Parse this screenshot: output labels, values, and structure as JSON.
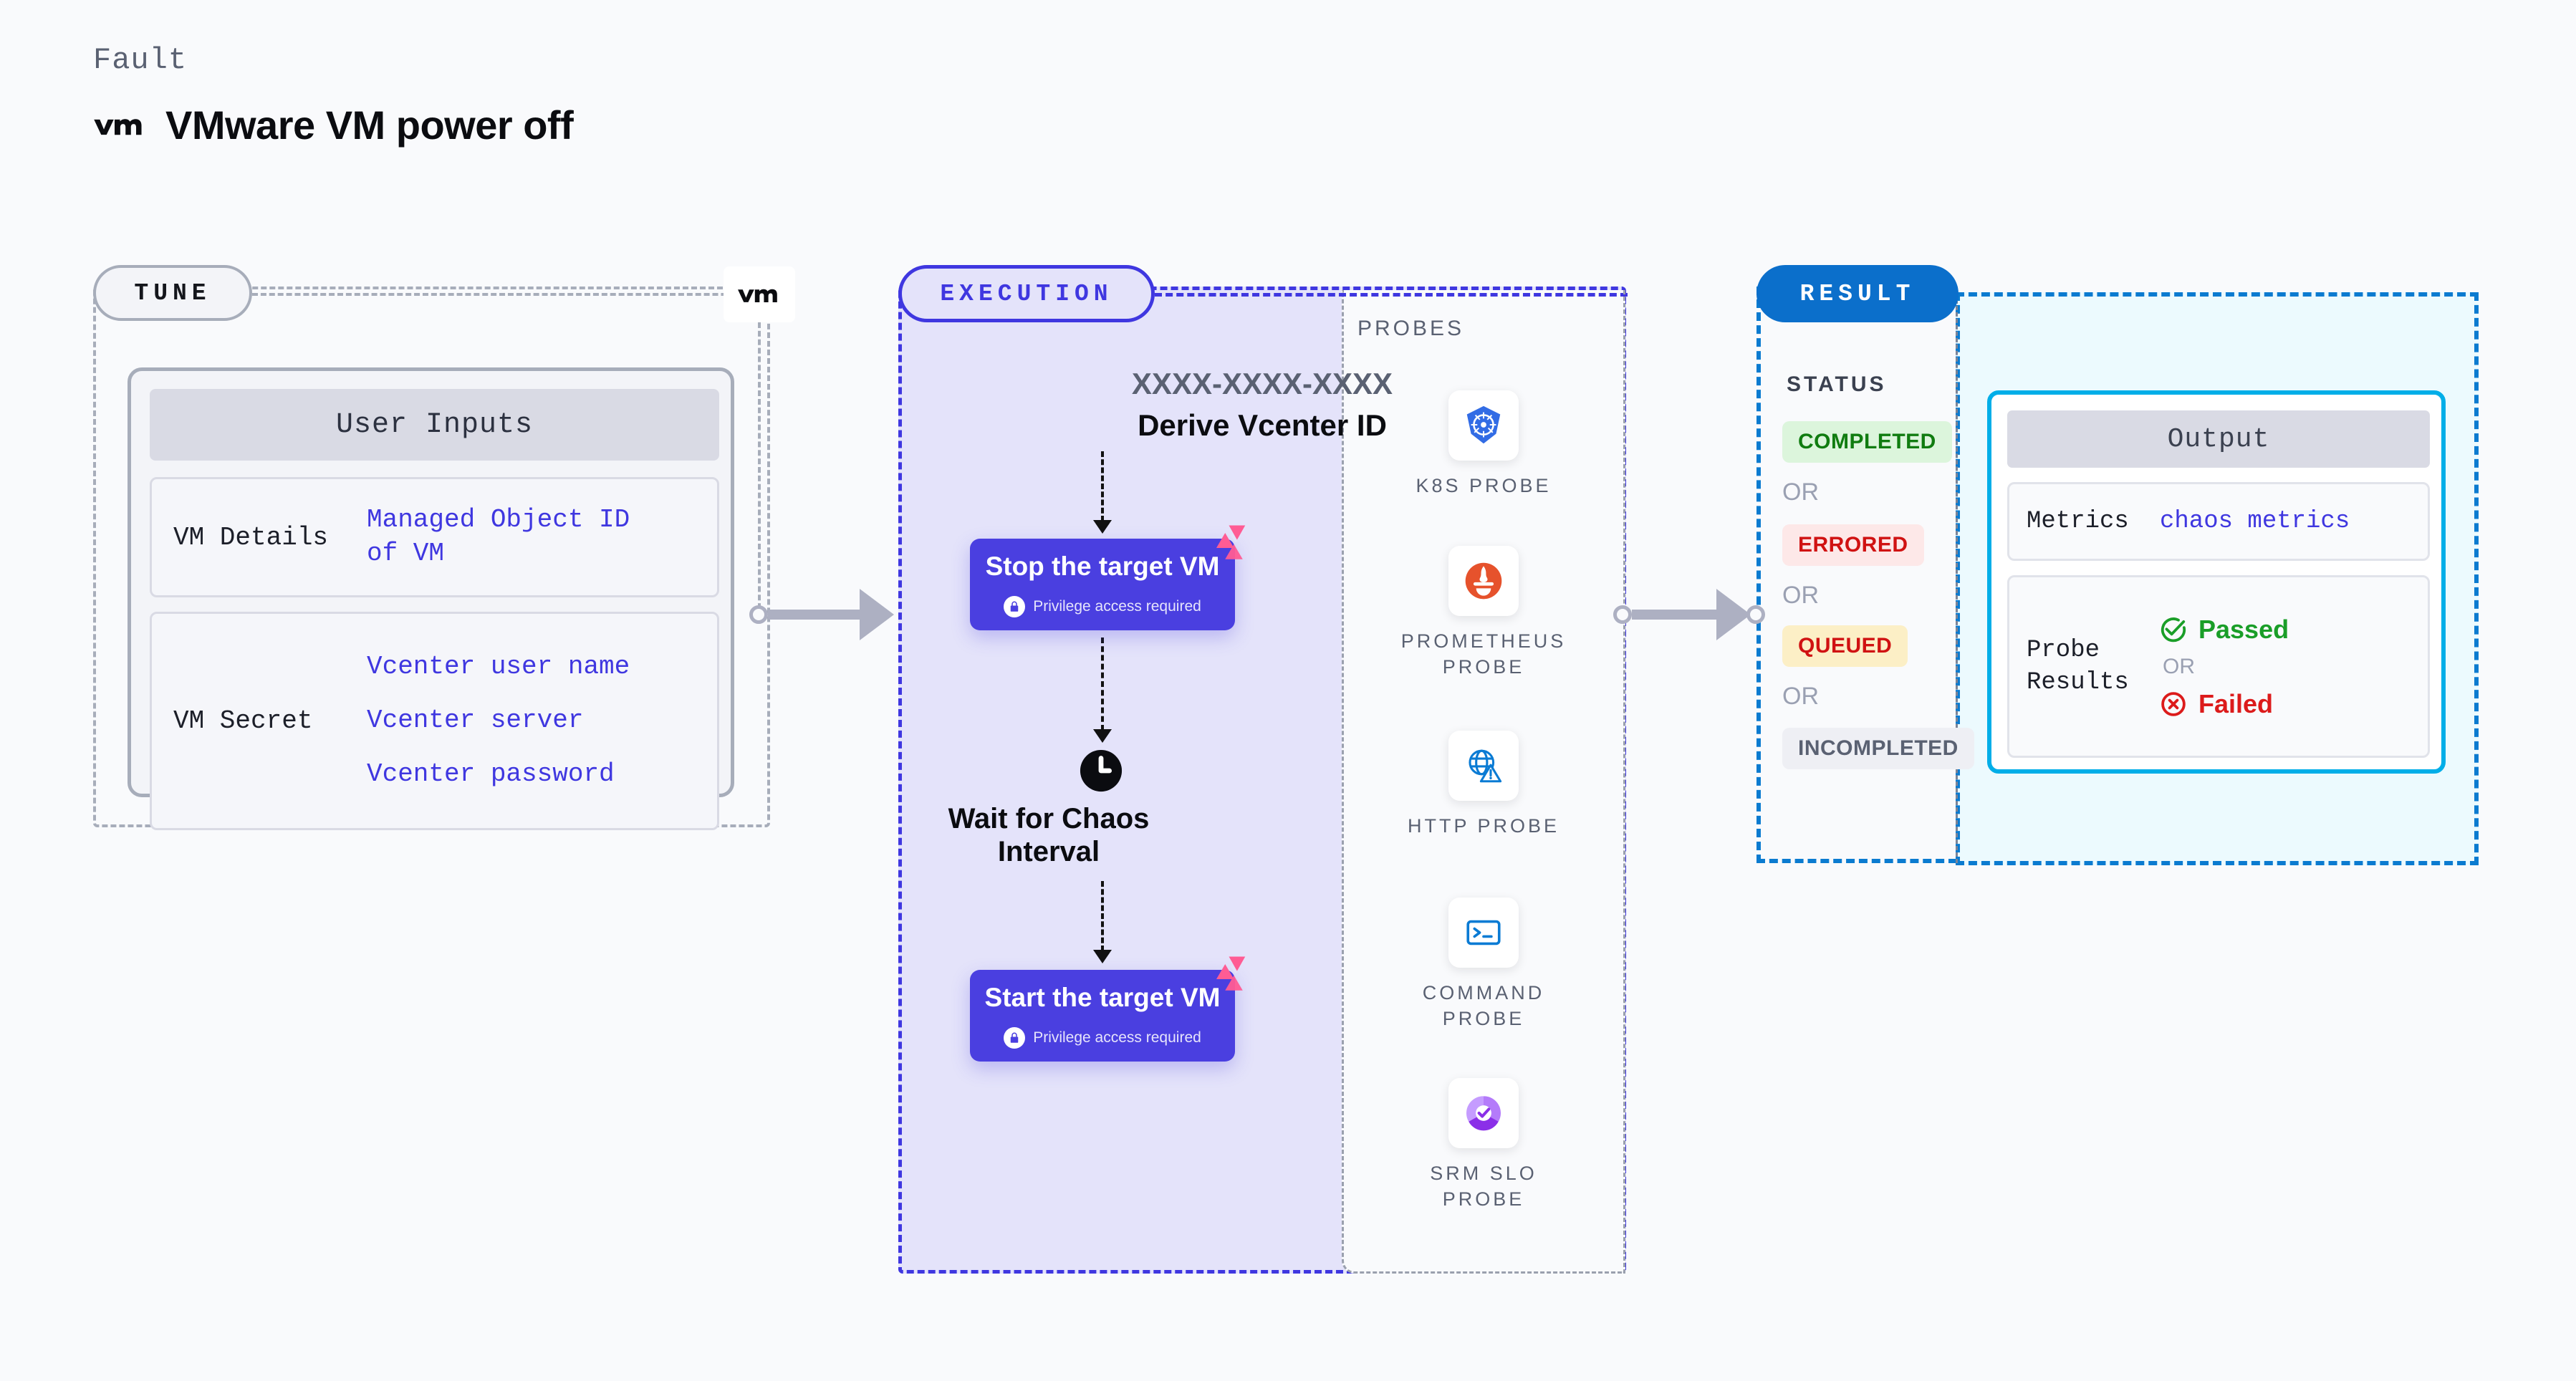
{
  "header": {
    "eyebrow": "Fault",
    "title": "VMware VM power off",
    "logo_icon": "vmware-logo-icon"
  },
  "tune": {
    "badge": "TUNE",
    "chip_logo": "vmware-logo-icon",
    "card_title": "User Inputs",
    "rows": [
      {
        "key": "VM Details",
        "values": [
          "Managed Object ID\nof VM"
        ]
      },
      {
        "key": "VM Secret",
        "values": [
          "Vcenter user name",
          "Vcenter server",
          "Vcenter password"
        ]
      }
    ]
  },
  "execution": {
    "badge": "EXECUTION",
    "derive": {
      "uid": "XXXX-XXXX-XXXX",
      "label": "Derive Vcenter ID"
    },
    "steps": [
      {
        "title": "Stop the target VM",
        "note": "Privilege access required",
        "lock_icon": "lock-icon",
        "corner_icon": "litmus-chaos-icon"
      },
      {
        "title": "Start the target VM",
        "note": "Privilege access required",
        "lock_icon": "lock-icon",
        "corner_icon": "litmus-chaos-icon"
      }
    ],
    "wait": {
      "icon": "clock-icon",
      "label": "Wait for Chaos\nInterval"
    }
  },
  "probes": {
    "title": "PROBES",
    "items": [
      {
        "name": "K8S PROBE",
        "icon": "kubernetes-icon"
      },
      {
        "name": "PROMETHEUS\nPROBE",
        "icon": "prometheus-icon"
      },
      {
        "name": "HTTP PROBE",
        "icon": "http-globe-alert-icon"
      },
      {
        "name": "COMMAND\nPROBE",
        "icon": "terminal-icon"
      },
      {
        "name": "SRM SLO\nPROBE",
        "icon": "srm-slo-donut-icon"
      }
    ]
  },
  "result": {
    "badge": "RESULT",
    "status_title": "STATUS",
    "or_label": "OR",
    "statuses": [
      {
        "label": "COMPLETED",
        "bg": "#DCF5DC",
        "fg": "#107C10"
      },
      {
        "label": "ERRORED",
        "bg": "#FDE8E8",
        "fg": "#D01212"
      },
      {
        "label": "QUEUED",
        "bg": "#FCEFC6",
        "fg": "#D01212"
      },
      {
        "label": "INCOMPLETED",
        "bg": "#EEEFF4",
        "fg": "#5A6172"
      }
    ],
    "output": {
      "title": "Output",
      "metrics_key": "Metrics",
      "metrics_value": "chaos metrics",
      "probe_key": "Probe\nResults",
      "passed_label": "Passed",
      "passed_icon": "check-circle-icon",
      "or_label": "OR",
      "failed_label": "Failed",
      "failed_icon": "x-circle-icon"
    }
  },
  "colors": {
    "indigo": "#4A3FE0",
    "indigo_border": "#3F37E0",
    "exec_fill": "#E4E3FA",
    "result_blue": "#0B6FCB",
    "cyan": "#00AEE8",
    "cyan_fill": "#ECFAFE",
    "gray_border": "#A7ADBA",
    "pink": "#FF5C94",
    "green": "#1A9E28",
    "red": "#DC1B1B"
  }
}
